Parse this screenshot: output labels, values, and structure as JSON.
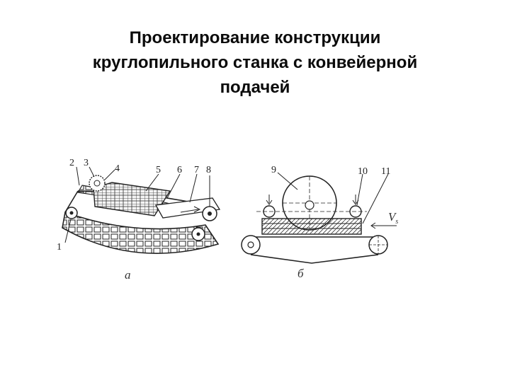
{
  "slide": {
    "title_lines": [
      "Проектирование конструкции",
      "круглопильного станка с конвейерной",
      "подачей"
    ]
  },
  "figure_a": {
    "labels": [
      "1",
      "2",
      "3",
      "4",
      "5",
      "6",
      "7",
      "8"
    ],
    "caption": "а"
  },
  "figure_b": {
    "labels": [
      "9",
      "10",
      "11"
    ],
    "speed_label": "V",
    "speed_subscript": "s",
    "caption": "б"
  }
}
